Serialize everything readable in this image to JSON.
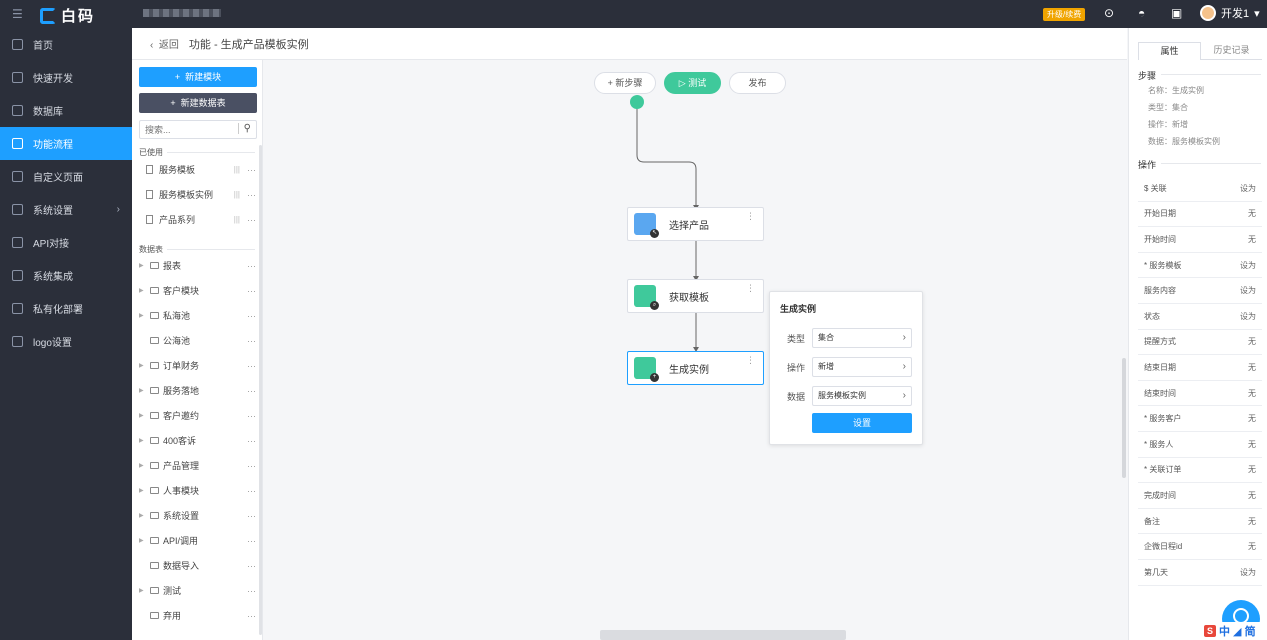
{
  "topbar": {
    "app_name": "白码",
    "upgrade_label": "升级/续费",
    "user_name": "开发1"
  },
  "nav": {
    "items": [
      {
        "label": "首页",
        "icon": "home-icon",
        "active": false
      },
      {
        "label": "快速开发",
        "icon": "cube-icon",
        "active": false
      },
      {
        "label": "数据库",
        "icon": "database-icon",
        "active": false
      },
      {
        "label": "功能流程",
        "icon": "flow-icon",
        "active": true
      },
      {
        "label": "自定义页面",
        "icon": "page-icon",
        "active": false
      },
      {
        "label": "系统设置",
        "icon": "monitor-icon",
        "active": false,
        "arrow": true
      },
      {
        "label": "API对接",
        "icon": "api-icon",
        "active": false
      },
      {
        "label": "系统集成",
        "icon": "layers-icon",
        "active": false
      },
      {
        "label": "私有化部署",
        "icon": "server-icon",
        "active": false
      },
      {
        "label": "logo设置",
        "icon": "logo-icon",
        "active": false
      }
    ]
  },
  "header": {
    "back_label": "返回",
    "title": "功能 - 生成产品模板实例"
  },
  "modules": {
    "new_module_label": "新建模块",
    "new_table_label": "新建数据表",
    "search_placeholder": "搜索...",
    "used_section": "已使用",
    "used_items": [
      "服务模板",
      "服务模板实例",
      "产品系列"
    ],
    "tables_section": "数据表",
    "table_items": [
      {
        "label": "报表",
        "expandable": true
      },
      {
        "label": "客户模块",
        "expandable": true
      },
      {
        "label": "私海池",
        "expandable": true
      },
      {
        "label": "公海池",
        "expandable": false
      },
      {
        "label": "订单财务",
        "expandable": true
      },
      {
        "label": "服务落地",
        "expandable": true
      },
      {
        "label": "客户邀约",
        "expandable": true
      },
      {
        "label": "400客诉",
        "expandable": true
      },
      {
        "label": "产品管理",
        "expandable": true
      },
      {
        "label": "人事模块",
        "expandable": true
      },
      {
        "label": "系统设置",
        "expandable": true
      },
      {
        "label": "API/调用",
        "expandable": true
      },
      {
        "label": "数据导入",
        "expandable": false
      },
      {
        "label": "测试",
        "expandable": true
      },
      {
        "label": "弃用",
        "expandable": false
      }
    ]
  },
  "canvas": {
    "add_step_label": "+ 新步骤",
    "test_label": "▷ 测试",
    "publish_label": "发布",
    "nodes": [
      {
        "label": "选择产品",
        "color": "#5aa7f0",
        "badge": "↖"
      },
      {
        "label": "获取模板",
        "color": "#3fc99b",
        "badge": "⌕"
      },
      {
        "label": "生成实例",
        "color": "#3fc99b",
        "badge": "+"
      }
    ],
    "popup": {
      "title": "生成实例",
      "rows": [
        {
          "label": "类型",
          "value": "集合"
        },
        {
          "label": "操作",
          "value": "新增"
        },
        {
          "label": "数据",
          "value": "服务模板实例"
        }
      ],
      "button": "设置"
    }
  },
  "right": {
    "tab_props": "属性",
    "tab_history": "历史记录",
    "step_section": "步骤",
    "step_info": [
      "名称：生成实例",
      "类型：集合",
      "操作：新增",
      "数据：服务模板实例"
    ],
    "ops_section": "操作",
    "props": [
      {
        "name": "$ 关联",
        "value": "设为"
      },
      {
        "name": "开始日期",
        "value": "无"
      },
      {
        "name": "开始时间",
        "value": "无"
      },
      {
        "name": "* 服务模板",
        "value": "设为"
      },
      {
        "name": "服务内容",
        "value": "设为"
      },
      {
        "name": "状态",
        "value": "设为"
      },
      {
        "name": "提醒方式",
        "value": "无"
      },
      {
        "name": "结束日期",
        "value": "无"
      },
      {
        "name": "结束时间",
        "value": "无"
      },
      {
        "name": "* 服务客户",
        "value": "无"
      },
      {
        "name": "* 服务人",
        "value": "无"
      },
      {
        "name": "* 关联订单",
        "value": "无"
      },
      {
        "name": "完成时间",
        "value": "无"
      },
      {
        "name": "备注",
        "value": "无"
      },
      {
        "name": "企微日程id",
        "value": "无"
      },
      {
        "name": "第几天",
        "value": "设为"
      }
    ]
  },
  "ime": {
    "chars": "中 ◢ 简"
  }
}
